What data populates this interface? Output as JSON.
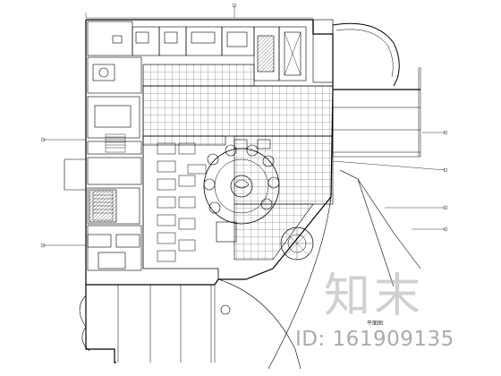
{
  "drawing": {
    "type": "architectural floor plan",
    "line_color": "#000000",
    "background": "#ffffff",
    "caption": "平面图"
  },
  "watermark": {
    "brand": "知末",
    "id_text": "ID: 161909135",
    "color": "#aaaaaa"
  }
}
